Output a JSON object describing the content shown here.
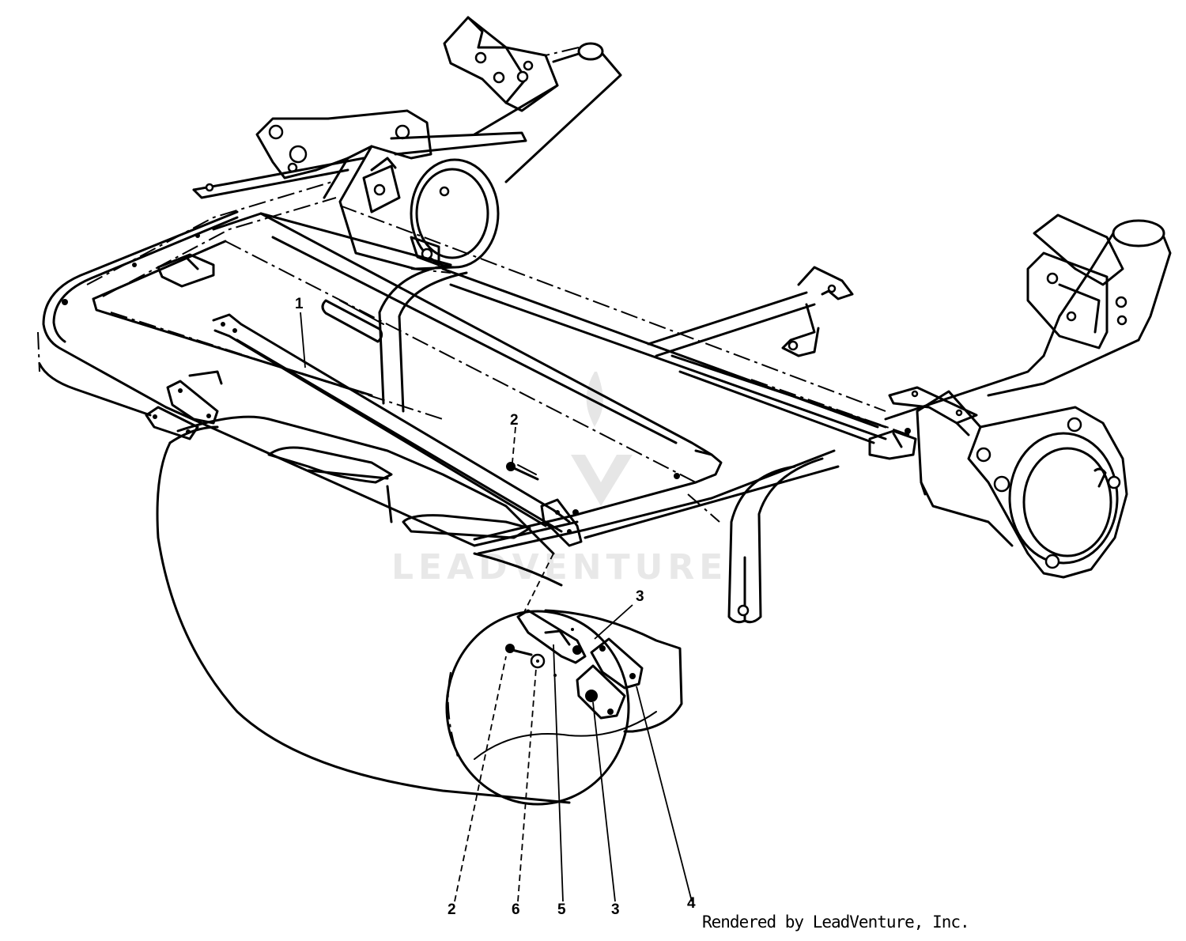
{
  "watermark": {
    "text": "LEADVENTURE",
    "logo": "flame-logo"
  },
  "callouts": [
    {
      "id": "c1",
      "text": "1"
    },
    {
      "id": "c2",
      "text": "2"
    },
    {
      "id": "c3",
      "text": "3"
    },
    {
      "id": "c4",
      "text": "2"
    },
    {
      "id": "c5",
      "text": "6"
    },
    {
      "id": "c6",
      "text": "5"
    },
    {
      "id": "c7",
      "text": "3"
    },
    {
      "id": "c8",
      "text": "4"
    }
  ],
  "credit": "Rendered by LeadVenture, Inc."
}
